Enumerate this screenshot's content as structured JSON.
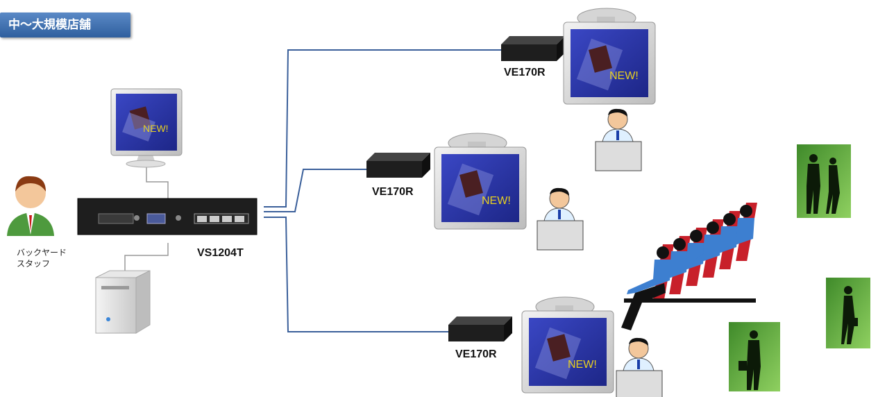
{
  "title": "中〜大規模店舗",
  "switch_label": "VS1204T",
  "receivers": [
    {
      "label": "VE170R",
      "new_text": "NEW!"
    },
    {
      "label": "VE170R",
      "new_text": "NEW!"
    },
    {
      "label": "VE170R",
      "new_text": "NEW!"
    }
  ],
  "local_monitor_new_text": "NEW!",
  "staff_label_line1": "バックヤード",
  "staff_label_line2": "スタッフ",
  "colors": {
    "title_bg": "#3f6fae",
    "cable": "#3a5f9a",
    "screen": "#2d3aa8",
    "seat": "#c8202a",
    "person_shirt": "#3d7fd0",
    "silhouette_bg": "#5da43a"
  }
}
